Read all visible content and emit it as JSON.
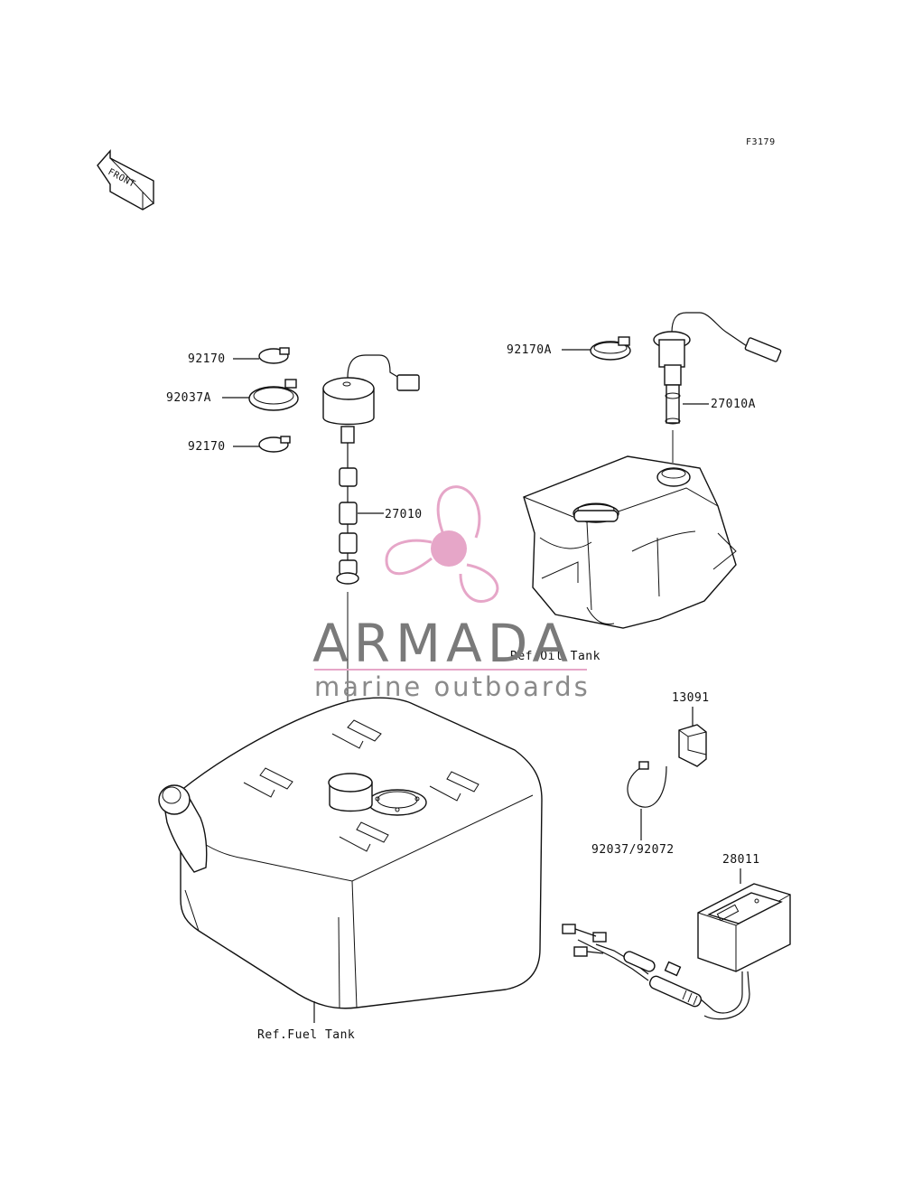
{
  "figure_code": "F3179",
  "front_label": "FRONT",
  "labels": {
    "clamp_92170_top": "92170",
    "clamp_92037A": "92037A",
    "clamp_92170_bottom": "92170",
    "clamp_92170A": "92170A",
    "gauge_27010A": "27010A",
    "gauge_27010": "27010",
    "ref_oil_tank": "Ref.Oil Tank",
    "part_13091": "13091",
    "band_92037_92072": "92037/92072",
    "meter_28011": "28011",
    "ref_fuel_tank": "Ref.Fuel Tank"
  },
  "watermark": {
    "brand": "ARMADA",
    "tagline": "marine outboards",
    "logo": "propeller-logo",
    "accent_color": "#e6a6c8",
    "rule_color": "#e6a6c8"
  }
}
